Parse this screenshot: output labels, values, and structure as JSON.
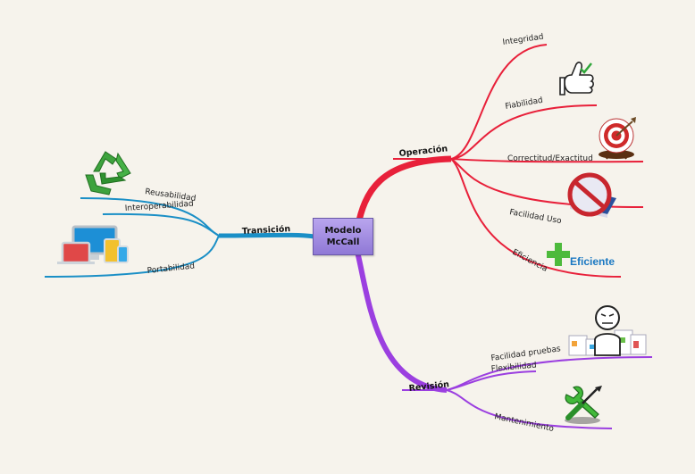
{
  "central": {
    "line1": "Modelo",
    "line2": "McCall"
  },
  "branches": {
    "operacion": {
      "label": "Operación",
      "color": "#e8203a",
      "items": [
        "Integridad",
        "Fiabilidad",
        "Correctitud/Exactitud",
        "Facilidad Uso",
        "Eficiencia"
      ]
    },
    "revision": {
      "label": "Revisión",
      "color": "#9b3fe0",
      "items": [
        "Facilidad pruebas",
        "Flexibilidad",
        "Mantenimiento"
      ]
    },
    "transicion": {
      "label": "Transición",
      "color": "#1a8fc6",
      "items": [
        "Reusabilidad",
        "Interoperabilidad",
        "Portabilidad"
      ]
    }
  },
  "icons": {
    "eficiente_text": "Eficiente",
    "names": [
      "thumbs-up-check-icon",
      "target-icon",
      "no-entry-book-icon",
      "efficient-plus-icon",
      "tester-icon",
      "wrench-screwdriver-icon",
      "recycle-icon",
      "devices-icon"
    ]
  }
}
